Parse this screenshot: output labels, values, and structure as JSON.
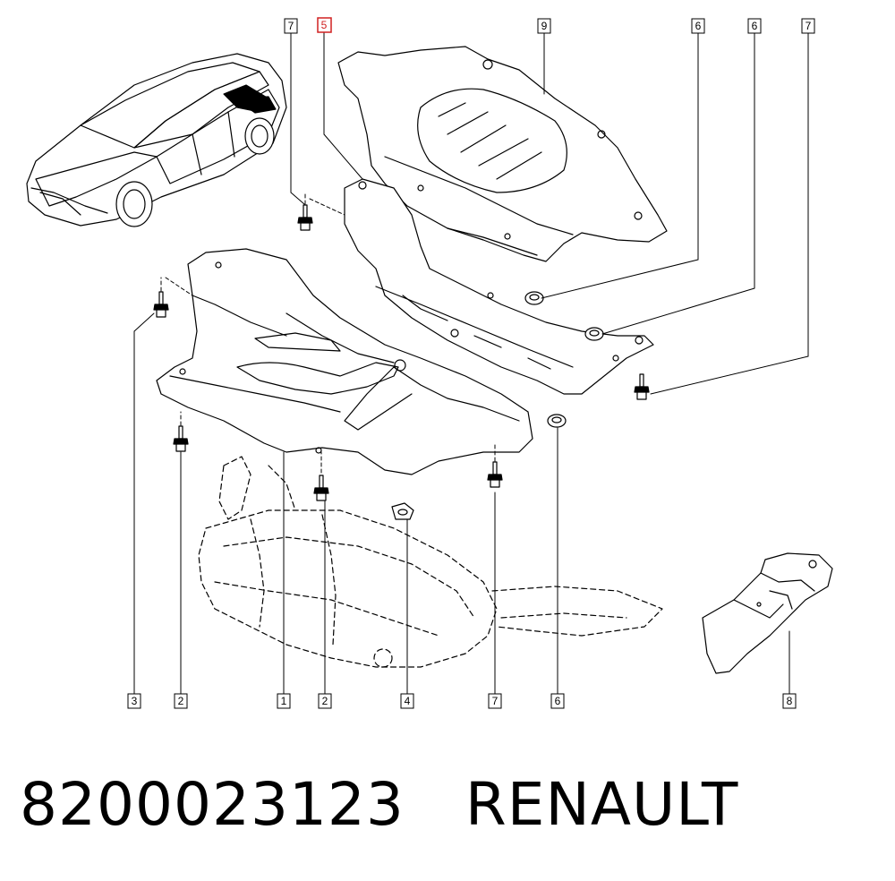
{
  "diagram": {
    "part_number": "8200023123",
    "brand": "RENAULT",
    "highlighted_callout": "5",
    "callout_color": "#000000",
    "highlight_color": "#d02020",
    "callouts": [
      {
        "id": "7-top-left",
        "label": "7"
      },
      {
        "id": "5-top",
        "label": "5"
      },
      {
        "id": "9-top",
        "label": "9"
      },
      {
        "id": "6-top-a",
        "label": "6"
      },
      {
        "id": "6-top-b",
        "label": "6"
      },
      {
        "id": "7-top-right",
        "label": "7"
      },
      {
        "id": "3-bottom",
        "label": "3"
      },
      {
        "id": "2-bottom-a",
        "label": "2"
      },
      {
        "id": "1-bottom",
        "label": "1"
      },
      {
        "id": "2-bottom-b",
        "label": "2"
      },
      {
        "id": "4-bottom",
        "label": "4"
      },
      {
        "id": "7-bottom",
        "label": "7"
      },
      {
        "id": "6-bottom",
        "label": "6"
      },
      {
        "id": "8-bottom",
        "label": "8"
      }
    ]
  }
}
